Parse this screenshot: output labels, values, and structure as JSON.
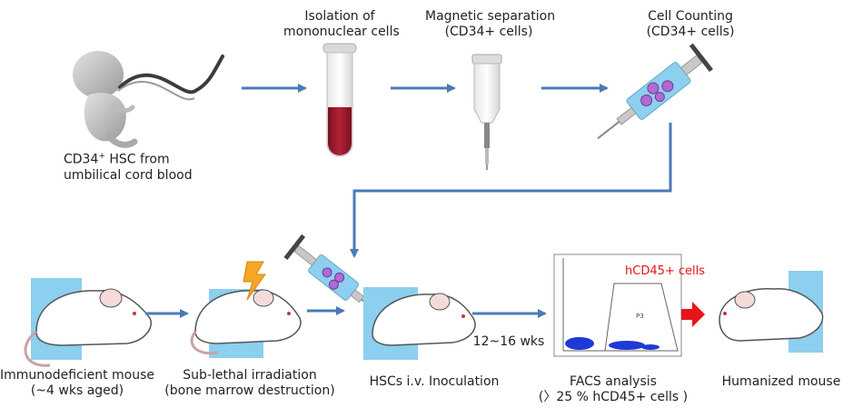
{
  "top_row": {
    "source": {
      "line1_pre": "CD34",
      "line1_sup": "+",
      "line1_post": " HSC from",
      "line2": "umbilical cord blood",
      "icon": "fetus-icon"
    },
    "step1": {
      "line1": "Isolation of",
      "line2": "mononuclear cells",
      "icon": "test-tube-icon"
    },
    "step2": {
      "line1": "Magnetic separation",
      "line2": "(CD34+ cells)",
      "icon": "separation-column-icon"
    },
    "step3": {
      "line1": "Cell Counting",
      "line2": "(CD34+ cells)",
      "icon": "syringe-icon"
    }
  },
  "bottom_row": {
    "step1": {
      "line1": "Immunodeficient mouse",
      "line2": "(~4 wks aged)",
      "icon": "mouse-icon"
    },
    "step2": {
      "line1": "Sub-lethal irradiation",
      "line2": "(bone marrow destruction)",
      "icon": "lightning-icon"
    },
    "step3": {
      "line1": "HSCs i.v. Inoculation",
      "icon": "syringe-icon"
    },
    "interval": "12~16 wks",
    "step4": {
      "line1": "FACS analysis",
      "line2": "(〉25 % hCD45+ cells )",
      "plot_label": "hCD45+ cells",
      "gate_label": "P3",
      "icon": "facs-plot-icon"
    },
    "step5": {
      "line1": "Humanized mouse",
      "icon": "mouse-icon"
    }
  },
  "colors": {
    "arrow": "#4a7ab8",
    "accent_blue": "#8ccfee",
    "blood": "#a01e2e",
    "highlight_red": "#e8141b",
    "flame": "#f5a623"
  }
}
